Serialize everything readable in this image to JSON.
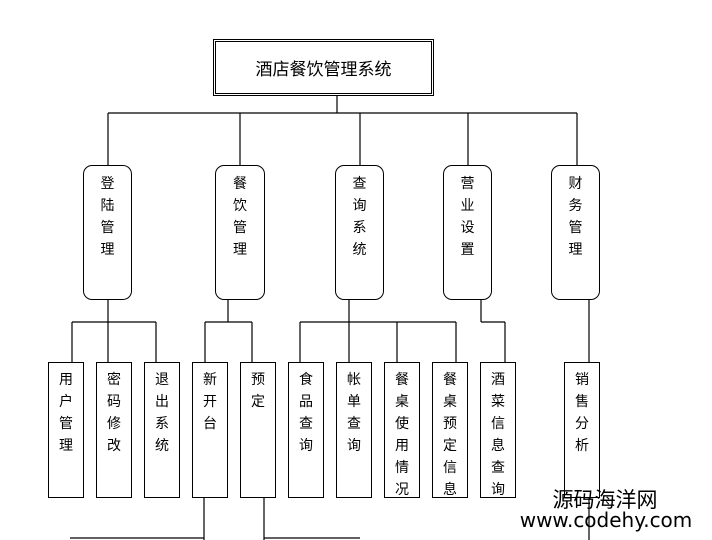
{
  "title": "酒店餐饮管理系统",
  "modules": [
    {
      "label": "登陆管理",
      "children": [
        "用户管理",
        "密码修改",
        "退出系统"
      ]
    },
    {
      "label": "餐饮管理",
      "children": [
        "新开台",
        "预定"
      ]
    },
    {
      "label": "查询系统",
      "children": [
        "食品查询",
        "帐单查询",
        "餐桌使用情况",
        "餐桌预定信息"
      ]
    },
    {
      "label": "营业设置",
      "children": [
        "酒菜信息查询"
      ]
    },
    {
      "label": "财务管理",
      "children": [
        "销售分析"
      ]
    }
  ],
  "watermark": {
    "line1": "源码海洋网",
    "line2": "www.codehy.com"
  }
}
